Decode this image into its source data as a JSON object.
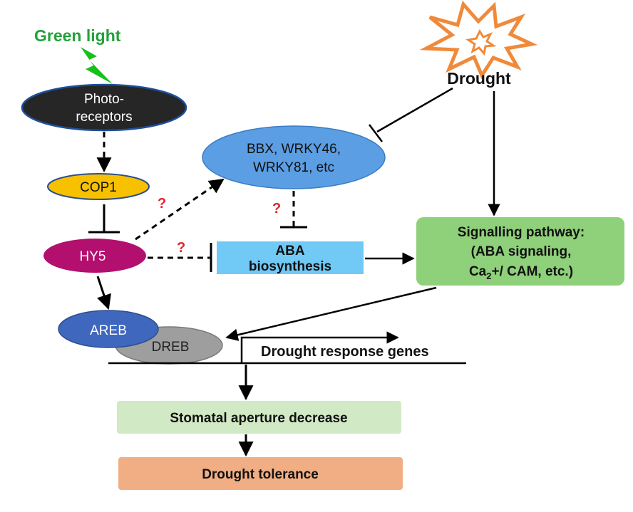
{
  "labels": {
    "green_light": "Green light",
    "photoreceptors_line1": "Photo-",
    "photoreceptors_line2": "receptors",
    "cop1": "COP1",
    "hy5": "HY5",
    "areb": "AREB",
    "dreb": "DREB",
    "bbx_line1": "BBX, WRKY46,",
    "bbx_line2": "WRKY81, etc",
    "aba_line1": "ABA",
    "aba_line2": "biosynthesis",
    "drought": "Drought",
    "signalling_line1": "Signalling pathway:",
    "signalling_line2": "(ABA signaling,",
    "signalling_line3_prefix": "Ca",
    "signalling_line3_sub": "2",
    "signalling_line3_suffix": "+/ CAM, etc.)",
    "drought_response_genes": "Drought response genes",
    "stomatal": "Stomatal aperture decrease",
    "tolerance": "Drought tolerance",
    "question_mark": "?"
  },
  "colors": {
    "green_light_text": "#22a13a",
    "lightning": "#17c11a",
    "photoreceptors_fill": "#262626",
    "photoreceptors_stroke": "#1f4e9a",
    "cop1_fill": "#f7c100",
    "cop1_stroke": "#2b4f8f",
    "hy5_fill": "#b30f6e",
    "areb_fill": "#3f67be",
    "dreb_fill": "#9e9e9e",
    "bbx_fill": "#5b9ee3",
    "aba_fill": "#71c9f5",
    "signalling_fill": "#8fd07a",
    "stomatal_fill": "#d2e9c5",
    "tolerance_fill": "#f1ae84",
    "starburst": "#f08a3a",
    "question_mark": "#e0262b",
    "line": "#000000"
  }
}
